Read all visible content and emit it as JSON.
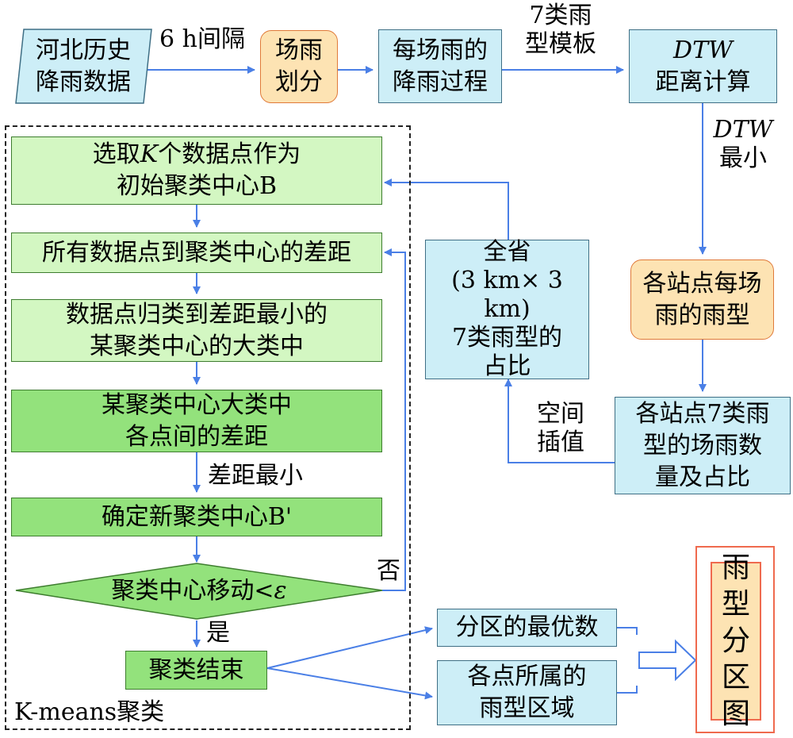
{
  "nodes": {
    "hebei_data": "河北历史\n降雨数据",
    "rain_split": "场雨\n划分",
    "rain_process": "每场雨的\n降雨过程",
    "dtw_calc_dtw": "DTW",
    "dtw_calc_text": "距离计算",
    "station_type": "各站点每场\n雨的雨型",
    "station_ratio": "各站点7类雨\n型的场雨数\n量及占比",
    "province_ratio": "全省\n(3 km× 3 km)\n7类雨型的\n占比",
    "select_k_pre": "选取",
    "select_k_k": "K",
    "select_k_post": "个数据点作为",
    "select_k_line2": "初始聚类中心B",
    "all_points": "所有数据点到聚类中心的差距",
    "classify": "数据点归类到差距最小的\n某聚类中心的大类中",
    "intra_dist": "某聚类中心大类中\n各点间的差距",
    "new_center": "确定新聚类中心B'",
    "decision_text": "聚类中心移动<",
    "decision_eps": "ε",
    "cluster_end": "聚类结束",
    "optimal_num": "分区的最优数",
    "region": "各点所属的\n雨型区域",
    "final_map": "雨\n型\n分\n区\n图"
  },
  "labels": {
    "six_h": "6 h间隔",
    "templates": "7类雨\n型模板",
    "dtw_min_dtw": "DTW",
    "dtw_min_text": "最小",
    "interp": "空间\n插值",
    "min_diff": "差距最小",
    "no": "否",
    "yes": "是",
    "kmeans": "K-means聚类"
  },
  "colors": {
    "arrow": "#4a7fe6",
    "cyan_fill": "#cdeef7",
    "orange_fill": "#fde3b3",
    "light_green_fill": "#d3f7c2",
    "dark_green_fill": "#93e27c",
    "orange_border": "#ef6a4e"
  }
}
